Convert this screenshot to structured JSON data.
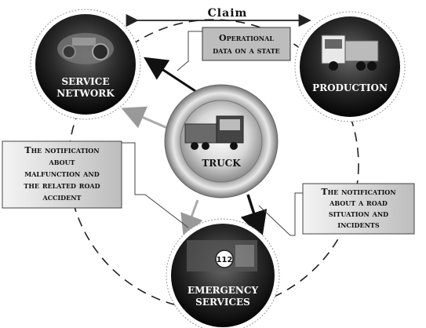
{
  "claim": "Claim",
  "hub": {
    "label": "TRUCK"
  },
  "nodes": {
    "service": {
      "line1": "SERVICE",
      "line2": "NETWORK"
    },
    "production": {
      "line1": "PRODUCTION"
    },
    "emergency": {
      "line1": "EMERGENCY",
      "line2": "SERVICES",
      "badge": "112"
    }
  },
  "boxes": {
    "operational": {
      "line1": "Operational",
      "line2": "data on a state"
    },
    "malfunction": {
      "line1": "The notification",
      "line2": "about",
      "line3": "malfunction and",
      "line4": "the related road",
      "line5": "accident"
    },
    "road": {
      "line1": "The notification",
      "line2": "about a road",
      "line3": "situation and",
      "line4": "incidents"
    }
  }
}
